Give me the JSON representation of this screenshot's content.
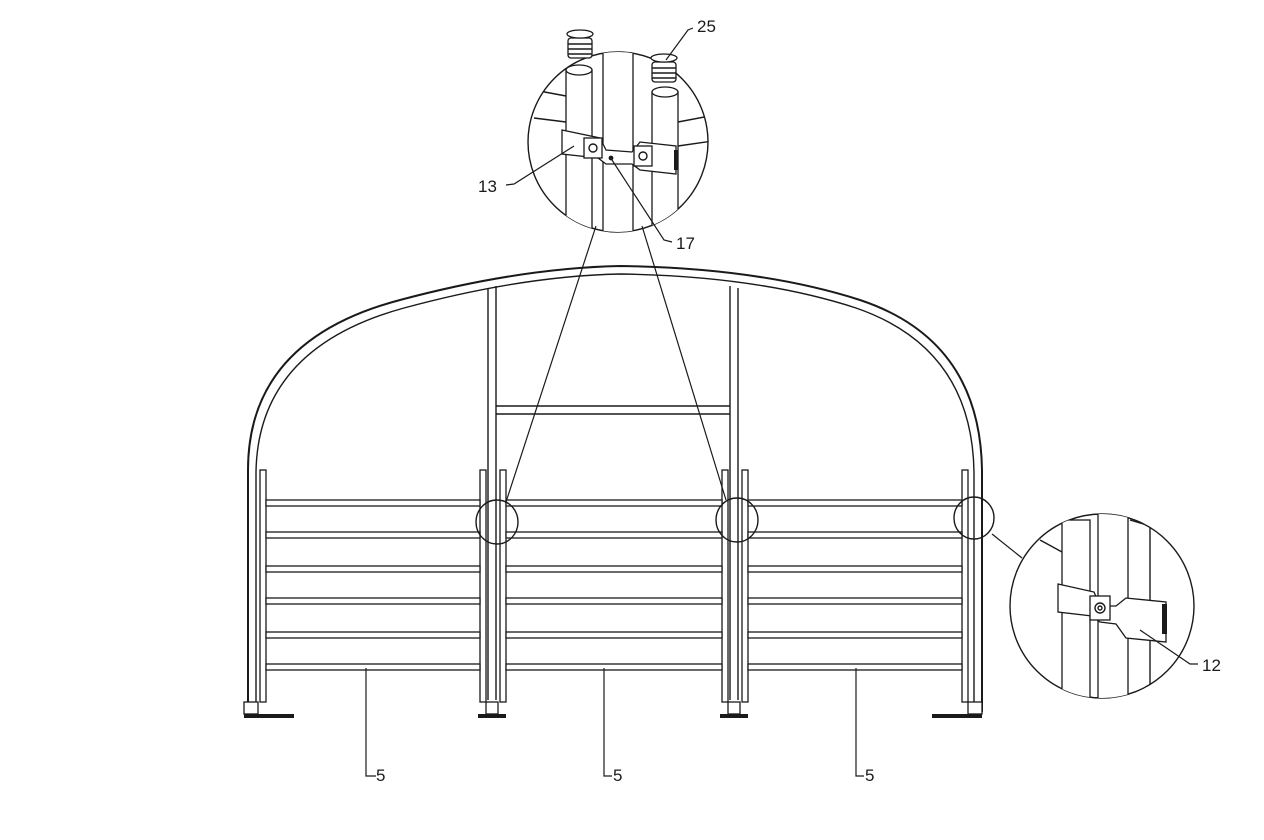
{
  "diagram": {
    "callouts": {
      "c25": "25",
      "c13": "13",
      "c17": "17",
      "c12": "12",
      "c5a": "5",
      "c5b": "5",
      "c5c": "5"
    }
  }
}
